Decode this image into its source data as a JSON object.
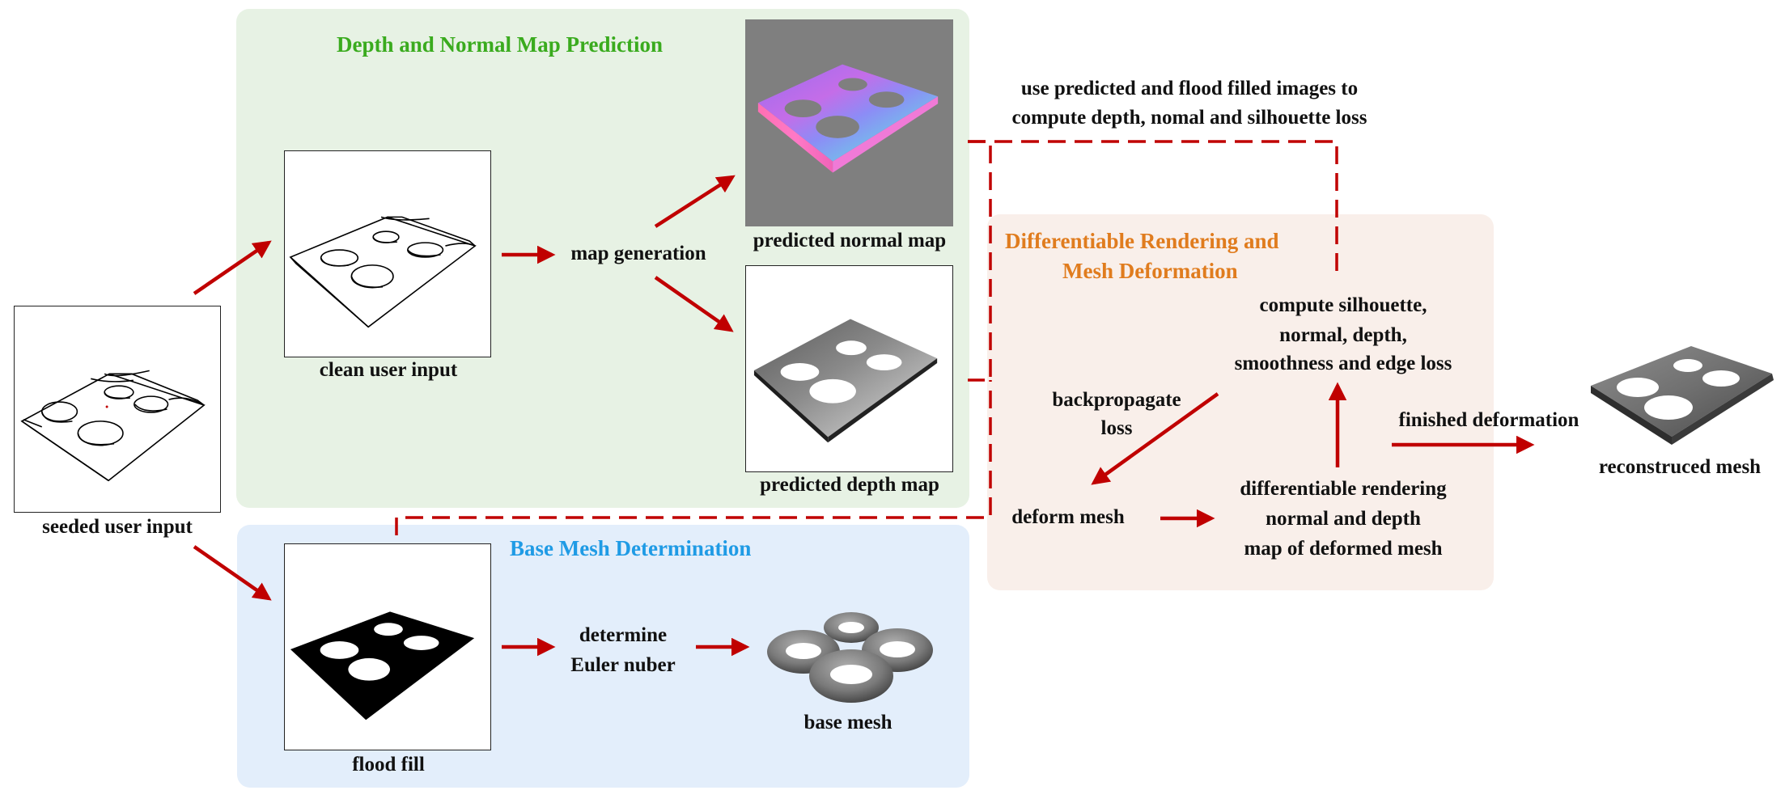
{
  "panels": {
    "depth_normal": {
      "title": "Depth and Normal Map Prediction",
      "title_color": "#3aab1e",
      "bg": "#e7f2e4"
    },
    "base_mesh": {
      "title": "Base Mesh Determination",
      "title_color": "#1f9be5",
      "bg": "#e3eefb"
    },
    "diff_render": {
      "title_line1": "Differentiable Rendering and",
      "title_line2": "Mesh Deformation",
      "title_color": "#e07c1e",
      "bg": "#f9efea"
    }
  },
  "arrow_color": "#c00000",
  "labels": {
    "seeded_user_input": "seeded user input",
    "clean_user_input": "clean user input",
    "map_generation": "map generation",
    "predicted_normal_map": "predicted normal map",
    "predicted_depth_map": "predicted depth map",
    "flood_fill": "flood fill",
    "determine_line1": "determine",
    "determine_line2": "Euler nuber",
    "base_mesh": "base mesh",
    "loss_note_line1": "use predicted and flood filled images to",
    "loss_note_line2": "compute depth, nomal and silhouette loss",
    "compute_line1": "compute silhouette,",
    "compute_line2": "normal, depth,",
    "compute_line3": "smoothness and edge loss",
    "backprop_line1": "backpropagate",
    "backprop_line2": "loss",
    "deform_mesh": "deform mesh",
    "diffrender_line1": "differentiable rendering",
    "diffrender_line2": "normal and depth",
    "diffrender_line3": "map of deformed mesh",
    "finished_deformation": "finished deformation",
    "reconstructed_mesh": "reconstruced mesh"
  }
}
